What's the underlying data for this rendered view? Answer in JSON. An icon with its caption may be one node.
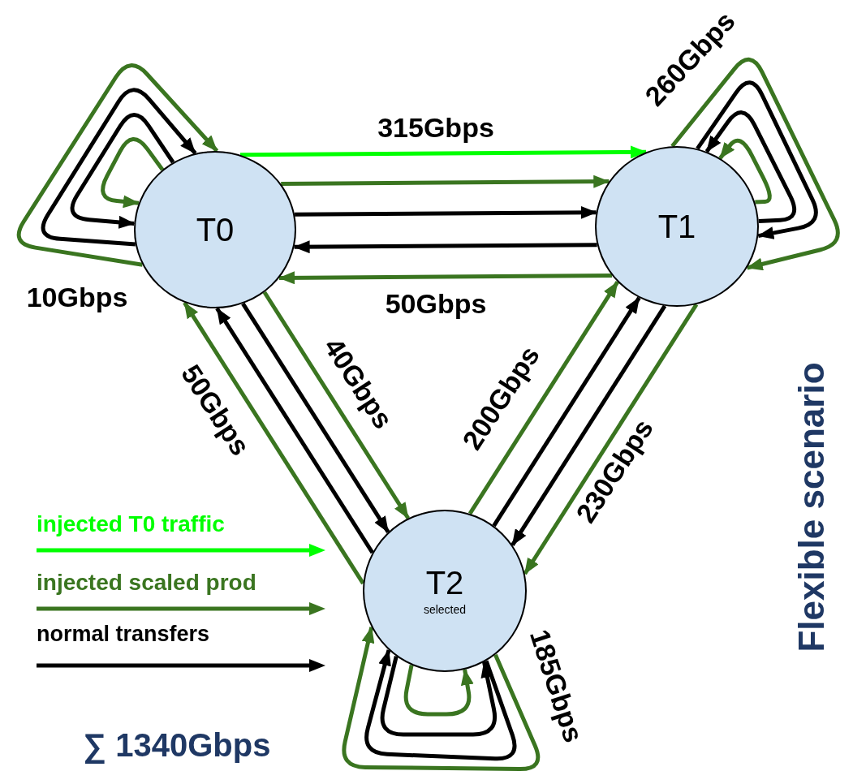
{
  "diagram": {
    "nodes": [
      {
        "text": [
          "T0"
        ]
      },
      {
        "text": [
          "T1"
        ]
      },
      {
        "text": [
          "T2",
          "selected"
        ]
      }
    ],
    "edges": [
      {
        "from": 0,
        "to": 1,
        "arrow": "to",
        "color": "#00ff00"
      },
      {
        "from": 0,
        "to": 1,
        "arrow": "to",
        "color": "#3a7520"
      },
      {
        "from": 0,
        "to": 1,
        "arrow": "to",
        "color": "#000000"
      },
      {
        "from": 1,
        "to": 0,
        "arrow": "to",
        "color": "#000000"
      },
      {
        "from": 1,
        "to": 0,
        "arrow": "to",
        "color": "#3a7520"
      },
      {
        "from": 2,
        "to": 0,
        "arrow": "to",
        "color": "#3a7520"
      },
      {
        "from": 2,
        "to": 0,
        "arrow": "to",
        "color": "#000000"
      },
      {
        "from": 0,
        "to": 2,
        "arrow": "to",
        "color": "#000000"
      },
      {
        "from": 0,
        "to": 2,
        "arrow": "to",
        "color": "#3a7520"
      },
      {
        "from": 2,
        "to": 1,
        "arrow": "to",
        "color": "#3a7520"
      },
      {
        "from": 2,
        "to": 1,
        "arrow": "to",
        "color": "#000000"
      },
      {
        "from": 1,
        "to": 2,
        "arrow": "to",
        "color": "#000000"
      },
      {
        "from": 1,
        "to": 2,
        "arrow": "to",
        "color": "#3a7520"
      },
      {
        "from": 0,
        "to": 0,
        "arrow": "to",
        "color": "#3a7520"
      },
      {
        "from": 0,
        "to": 0,
        "arrow": "to",
        "color": "#000000"
      },
      {
        "from": 0,
        "to": 0,
        "arrow": "to",
        "color": "#000000"
      },
      {
        "from": 0,
        "to": 0,
        "arrow": "to",
        "color": "#3a7520"
      },
      {
        "from": 1,
        "to": 1,
        "arrow": "to",
        "color": "#3a7520"
      },
      {
        "from": 1,
        "to": 1,
        "arrow": "to",
        "color": "#000000"
      },
      {
        "from": 1,
        "to": 1,
        "arrow": "to",
        "color": "#000000"
      },
      {
        "from": 1,
        "to": 1,
        "arrow": "to",
        "color": "#3a7520"
      },
      {
        "from": 2,
        "to": 2,
        "arrow": "to",
        "color": "#3a7520"
      },
      {
        "from": 2,
        "to": 2,
        "arrow": "to",
        "color": "#000000"
      },
      {
        "from": 2,
        "to": 2,
        "arrow": "to",
        "color": "#000000"
      },
      {
        "from": 2,
        "to": 2,
        "arrow": "to",
        "color": "#3a7520"
      }
    ],
    "labels": [
      "315Gbps",
      "260Gbps",
      "10Gbps",
      "50Gbps",
      "50Gbps",
      "40Gbps",
      "200Gbps",
      "230Gbps",
      "185Gbps",
      "∑ 1340Gbps",
      "Flexible scenario"
    ],
    "legend": [
      {
        "text": "injected T0 traffic"
      },
      {
        "text": "injected scaled prod"
      },
      {
        "text": "normal transfers"
      }
    ]
  }
}
